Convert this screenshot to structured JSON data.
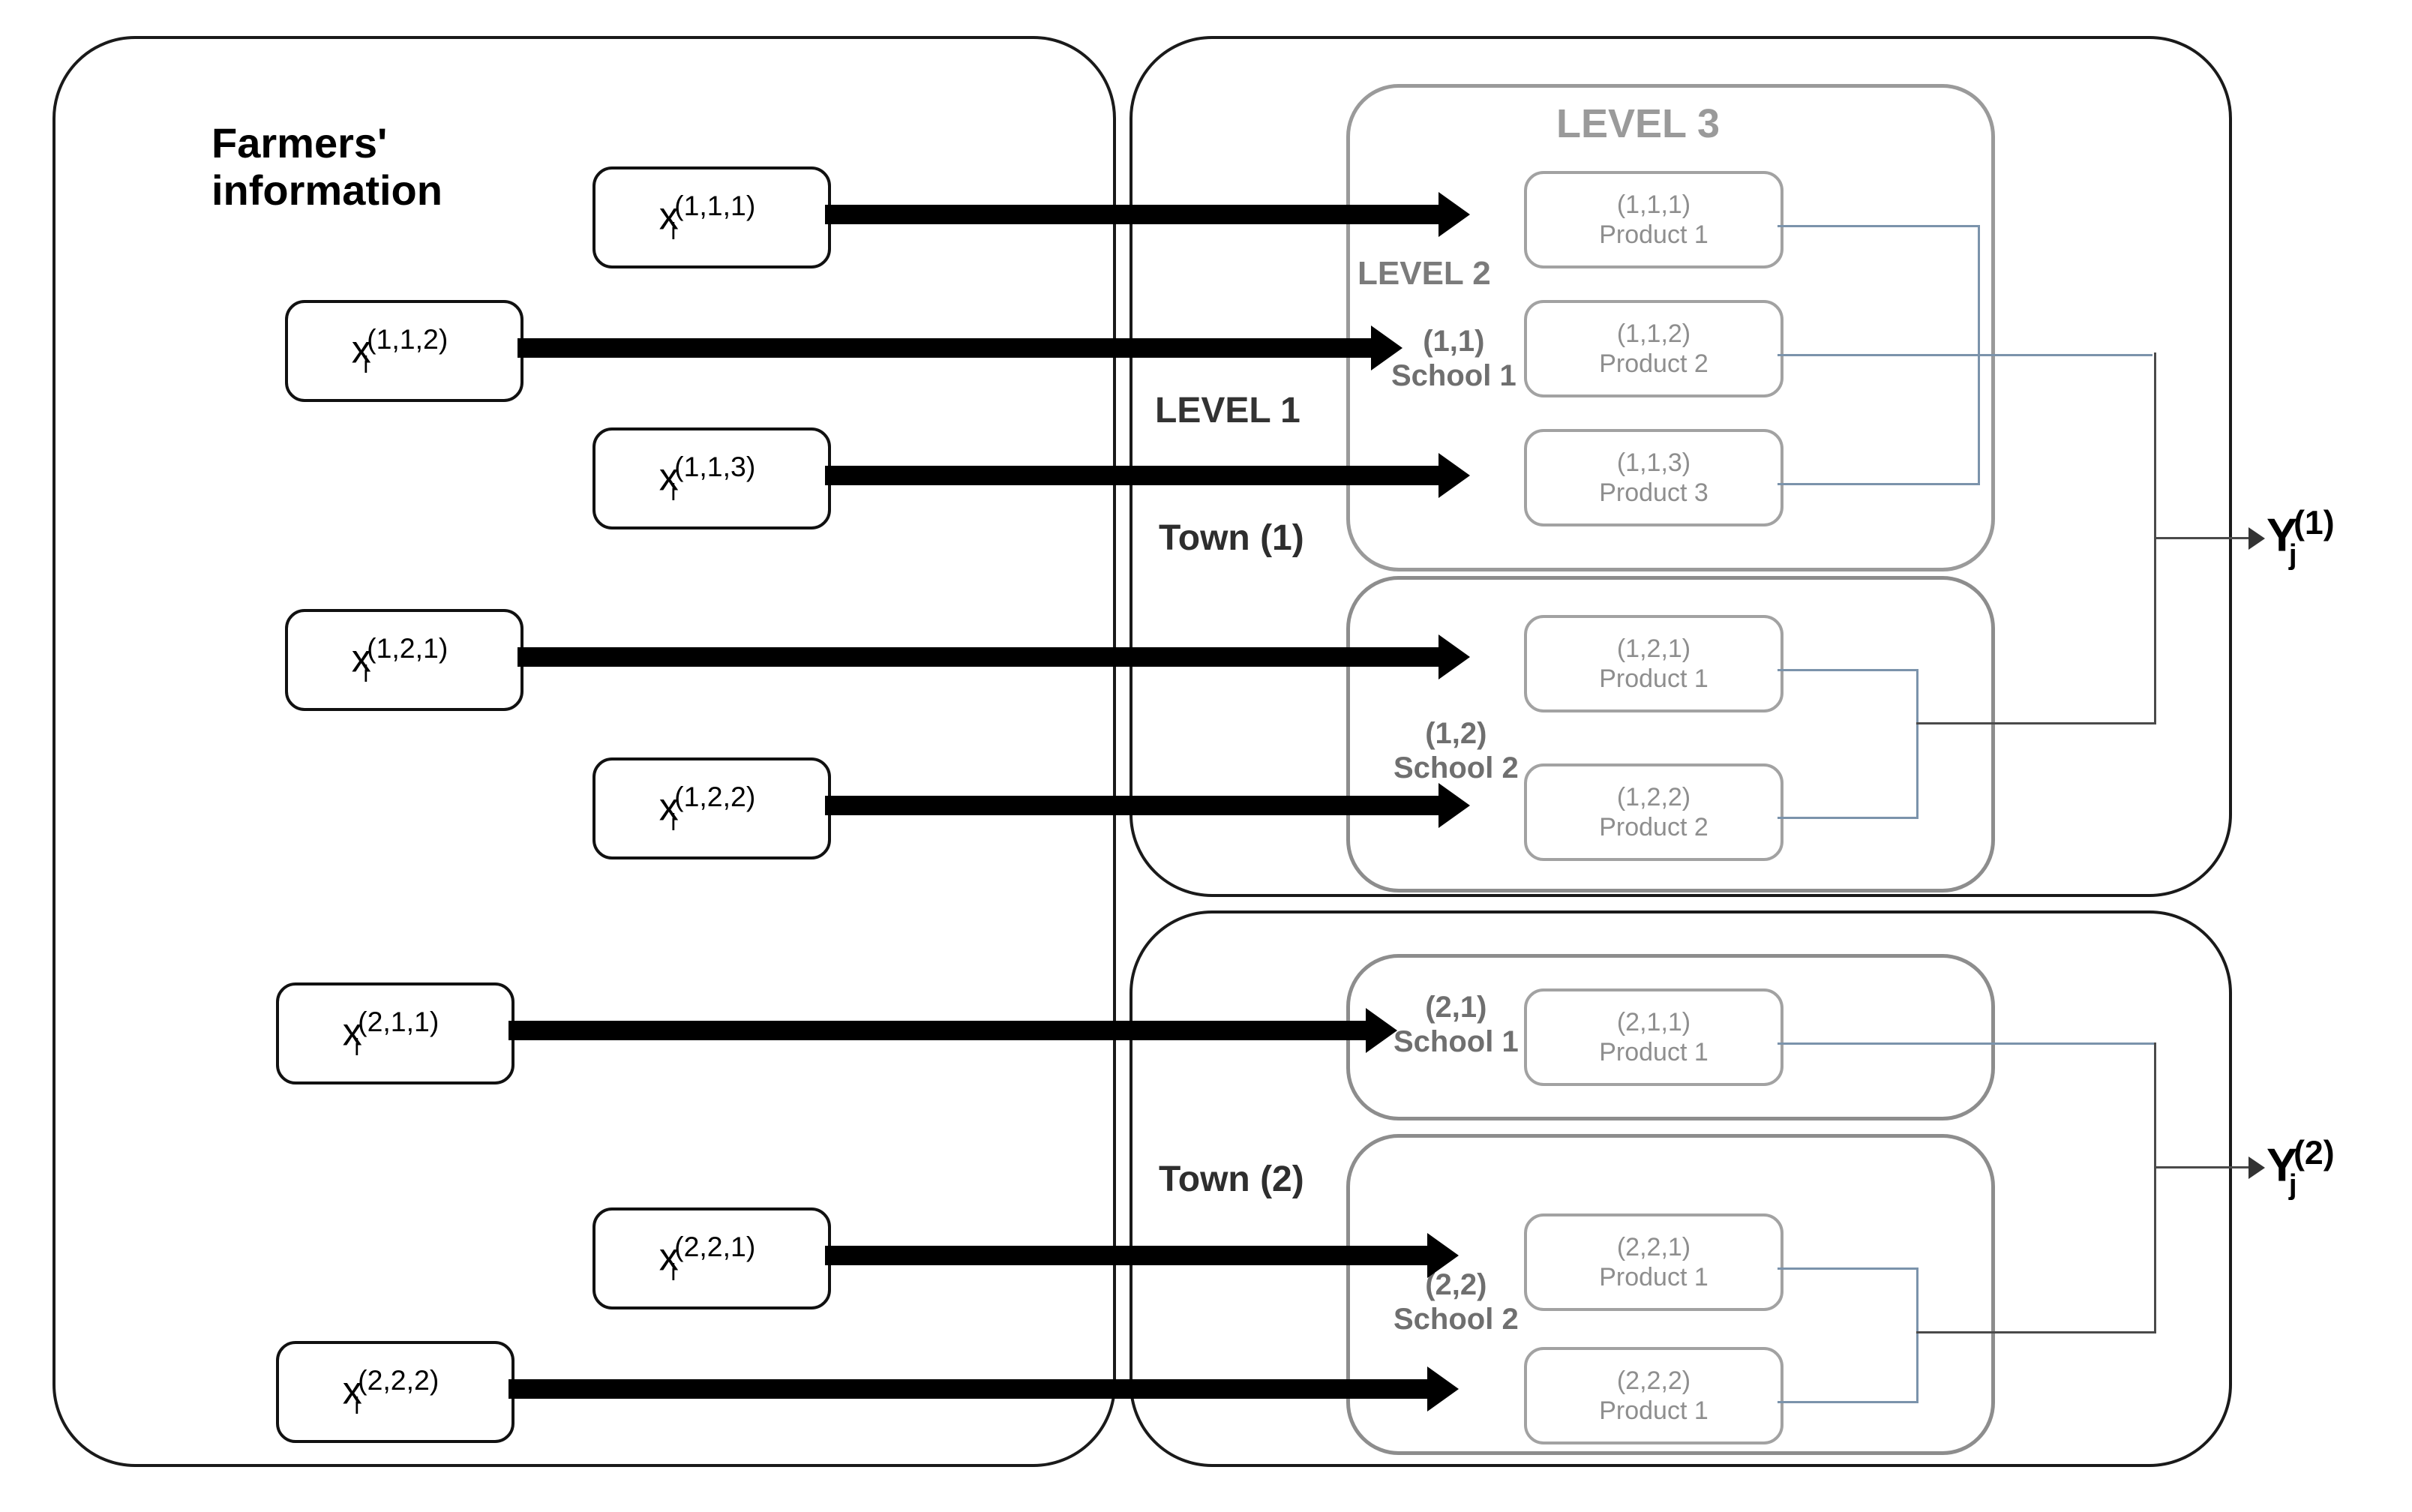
{
  "diagram": {
    "title_left": "Farmers'\ninformation",
    "levels": {
      "level1": "LEVEL 1",
      "level2": "LEVEL 2",
      "level3": "LEVEL 3"
    },
    "towns": [
      {
        "label": "Town (1)"
      },
      {
        "label": "Town (2)"
      }
    ],
    "inputs": [
      {
        "var": "x",
        "sub": "i",
        "sup": "(1,1,1)"
      },
      {
        "var": "x",
        "sub": "i",
        "sup": "(1,1,2)"
      },
      {
        "var": "x",
        "sub": "i",
        "sup": "(1,1,3)"
      },
      {
        "var": "x",
        "sub": "i",
        "sup": "(1,2,1)"
      },
      {
        "var": "x",
        "sub": "i",
        "sup": "(1,2,2)"
      },
      {
        "var": "x",
        "sub": "i",
        "sup": "(2,1,1)"
      },
      {
        "var": "x",
        "sub": "i",
        "sup": "(2,2,1)"
      },
      {
        "var": "x",
        "sub": "i",
        "sup": "(2,2,2)"
      }
    ],
    "schools": [
      {
        "id": "(1,1)",
        "name": "School 1"
      },
      {
        "id": "(1,2)",
        "name": "School 2"
      },
      {
        "id": "(2,1)",
        "name": "School 1"
      },
      {
        "id": "(2,2)",
        "name": "School 2"
      }
    ],
    "products": [
      {
        "id": "(1,1,1)",
        "name": "Product 1"
      },
      {
        "id": "(1,1,2)",
        "name": "Product 2"
      },
      {
        "id": "(1,1,3)",
        "name": "Product 3"
      },
      {
        "id": "(1,2,1)",
        "name": "Product 1"
      },
      {
        "id": "(1,2,2)",
        "name": "Product 2"
      },
      {
        "id": "(2,1,1)",
        "name": "Product 1"
      },
      {
        "id": "(2,2,1)",
        "name": "Product 1"
      },
      {
        "id": "(2,2,2)",
        "name": "Product 1"
      }
    ],
    "outputs": [
      {
        "var": "Y",
        "sub": "j",
        "sup": "(1)"
      },
      {
        "var": "Y",
        "sub": "j",
        "sup": "(2)"
      }
    ],
    "colors": {
      "outline_dark": "#1a1a1a",
      "outline_gray": "#8d8d8d",
      "product_text": "#8e8e8e",
      "connector_blue": "#7b93ab",
      "connector_dark": "#4a4a4a",
      "arrow_black": "#000000"
    }
  }
}
